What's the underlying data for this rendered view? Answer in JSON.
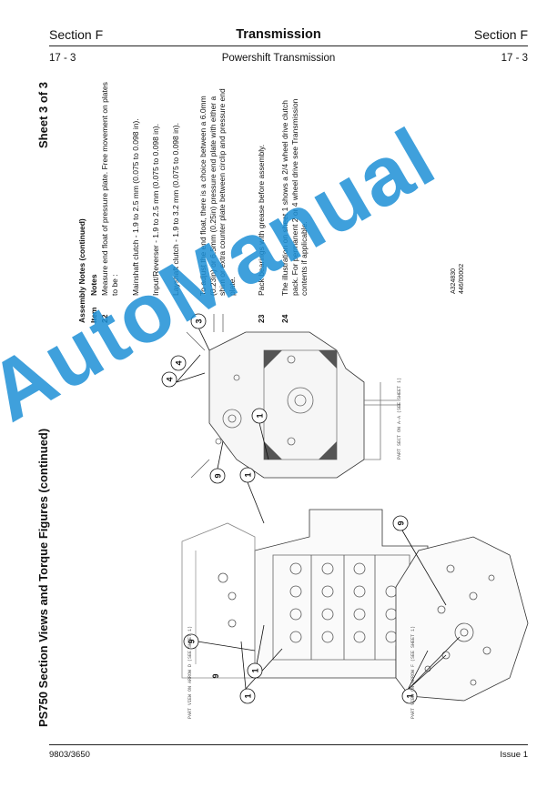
{
  "header": {
    "section_left": "Section F",
    "title": "Transmission",
    "section_right": "Section F",
    "page_left": "17 - 3",
    "subtitle": "Powershift Transmission",
    "page_right": "17 - 3"
  },
  "content": {
    "title": "PS750 Section Views and Torque Figures (continued)",
    "sheet": "Sheet 3 of 3",
    "notes_heading": "Assembly Notes (continued)",
    "col_item": "Item",
    "col_notes": "Notes",
    "notes": [
      {
        "item": "22",
        "text": "Measure end float of pressure plate. Free movement on plates to be :"
      },
      {
        "item": "",
        "text": "Mainshaft clutch - 1.9 to 2.5 mm (0.075 to 0.098 in)."
      },
      {
        "item": "",
        "text": "Input/Reverser - 1.9 to 2.5 mm (0.075 to 0.098 in)."
      },
      {
        "item": "",
        "text": "Layshaft clutch - 1.9 to 3.2 mm (0.075 to 0.098 in)."
      },
      {
        "item": "",
        "text": "To adjust the end float, there is a choice between a 6.0mm (0.23in) or 6.5mm (0.25in) pressure end plate with either a shim or extra counter plate between circlip and pressure end plate."
      },
      {
        "item": "23",
        "text": "Pack bearings with grease before assembly."
      },
      {
        "item": "24",
        "text": "The illustration on sheet 1 shows a 2/4 wheel drive clutch pack. For permanent 2 or 4 wheel drive see Transmission contents if applicable."
      }
    ],
    "figure_refs": [
      "A324830",
      "446/00002"
    ],
    "callouts": [
      "1",
      "1",
      "1",
      "1",
      "1",
      "3",
      "4",
      "4",
      "9",
      "9",
      "9",
      "9"
    ],
    "view_labels": [
      "PART SECT ON A-A (SEE SHEET 1)",
      "PART VIEW ON ARROW D (SEE SHEET 1)",
      "PART VIEW ON ARROW F (SEE SHEET 1)"
    ]
  },
  "watermark": "AutoManual",
  "footer": {
    "left": "9803/3650",
    "right": "Issue 1"
  },
  "colors": {
    "watermark": "#1e90d6",
    "text": "#111111"
  }
}
